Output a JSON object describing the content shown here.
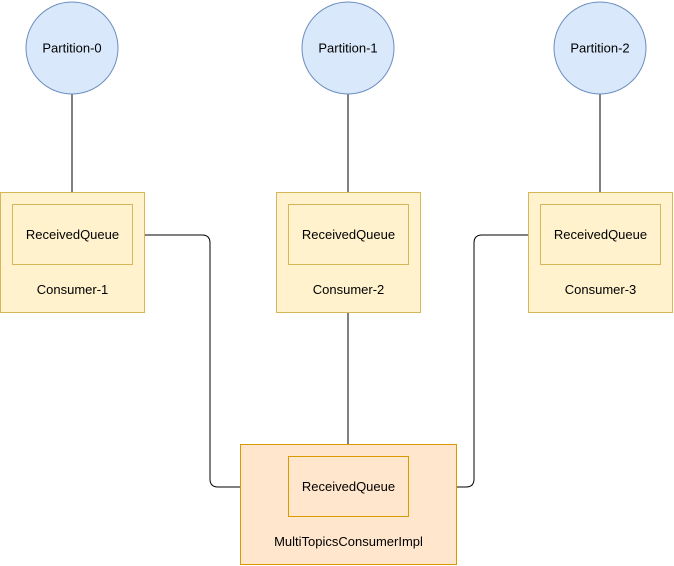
{
  "partitions": [
    {
      "label": "Partition-0"
    },
    {
      "label": "Partition-1"
    },
    {
      "label": "Partition-2"
    }
  ],
  "consumers": [
    {
      "label": "Consumer-1",
      "queue_label": "ReceivedQueue"
    },
    {
      "label": "Consumer-2",
      "queue_label": "ReceivedQueue"
    },
    {
      "label": "Consumer-3",
      "queue_label": "ReceivedQueue"
    }
  ],
  "multi_consumer": {
    "label": "MultiTopicsConsumerImpl",
    "queue_label": "ReceivedQueue"
  },
  "colors": {
    "partition_fill": "#dae8fc",
    "partition_stroke": "#6c8ebf",
    "consumer_fill": "#fff2cc",
    "consumer_stroke": "#d6b656",
    "multi_fill": "#ffe6cc",
    "multi_stroke": "#d79b00",
    "arrow": "#000000"
  },
  "icons": {
    "arrowhead": "arrowhead-icon"
  }
}
